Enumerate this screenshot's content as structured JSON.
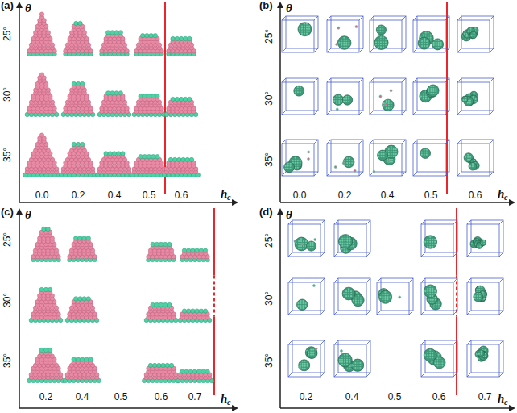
{
  "diagram": {
    "labels": [
      "(a)",
      "θ",
      "25°",
      "30°",
      "35°",
      "0.0",
      "0.2",
      "0.4",
      "0.5",
      "0.6",
      "h",
      "c",
      "(b)",
      "θ",
      "25°",
      "30°",
      "35°",
      "0.0",
      "0.2",
      "0.4",
      "0.5",
      "0.6",
      "h",
      "c",
      "(c)",
      "θ",
      "25°",
      "30°",
      "35°",
      "0.2",
      "0.4",
      "0.5",
      "0.6",
      "0.7",
      "h",
      "c",
      "(d)",
      "θ",
      "25°",
      "30°",
      "35°",
      "0.2",
      "0.4",
      "0.5",
      "0.6",
      "0.7",
      "h",
      "c"
    ]
  }
}
